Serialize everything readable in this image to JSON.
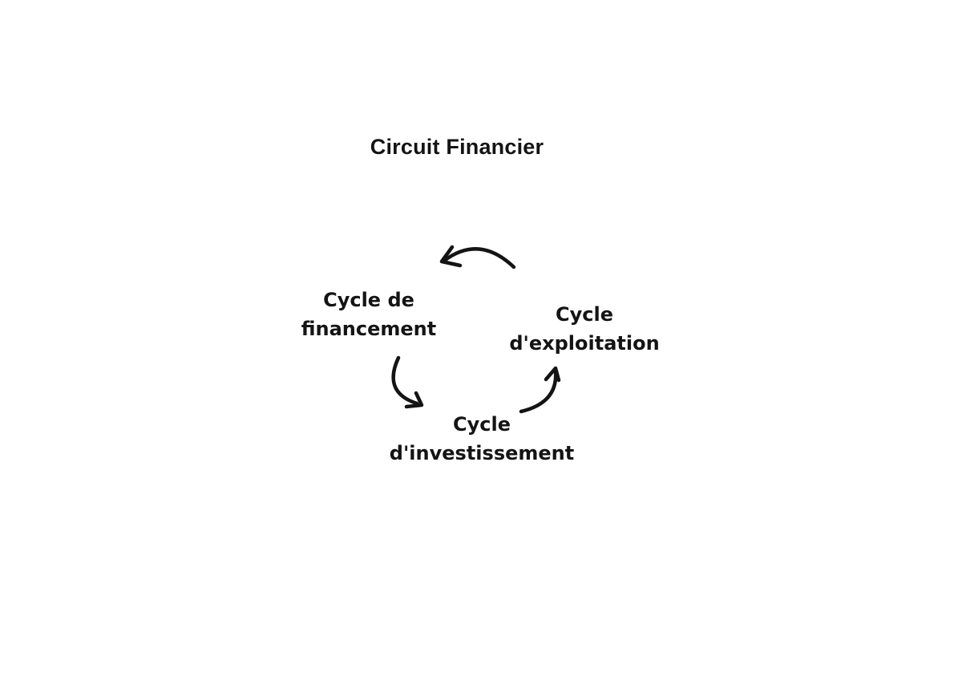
{
  "title": "Circuit Financier",
  "nodes": [
    {
      "id": "cycle-financement",
      "label": "Cycle de\nfinancement"
    },
    {
      "id": "cycle-exploitation",
      "label": "Cycle\nd'exploitation"
    },
    {
      "id": "cycle-investissement",
      "label": "Cycle\nd'investissement"
    }
  ],
  "edges": [
    {
      "from": "cycle-exploitation",
      "to": "cycle-financement"
    },
    {
      "from": "cycle-financement",
      "to": "cycle-investissement"
    },
    {
      "from": "cycle-investissement",
      "to": "cycle-exploitation"
    }
  ],
  "colors": {
    "background": "#ffffff",
    "text": "#141414",
    "arrow": "#141414"
  }
}
